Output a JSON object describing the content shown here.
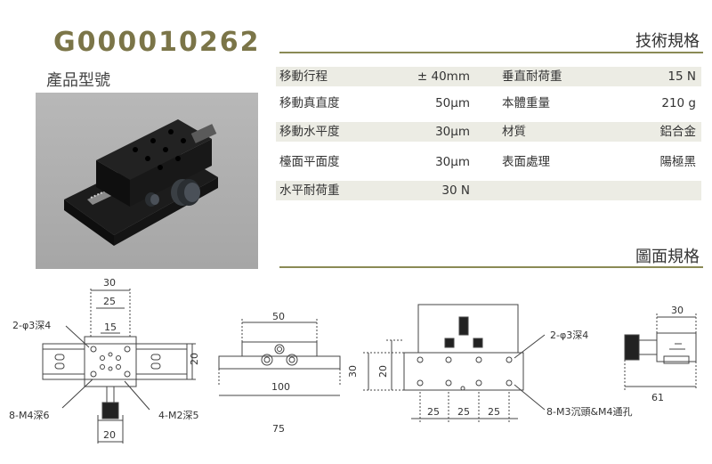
{
  "model_code": "G000010262",
  "product_model_label": "產品型號",
  "tech_spec_title": "技術規格",
  "drawing_spec_title": "圖面規格",
  "specs": [
    {
      "label1": "移動行程",
      "value1": "± 40mm",
      "label2": "垂直耐荷重",
      "value2": "15 N"
    },
    {
      "label1": "移動真直度",
      "value1": "50μm",
      "label2": "本體重量",
      "value2": "210 g"
    },
    {
      "label1": "移動水平度",
      "value1": "30μm",
      "label2": "材質",
      "value2": "鋁合金"
    },
    {
      "label1": "檯面平面度",
      "value1": "30μm",
      "label2": "表面處理",
      "value2": "陽極黑"
    },
    {
      "label1": "水平耐荷重",
      "value1": "30 N",
      "label2": "",
      "value2": ""
    }
  ],
  "drawing": {
    "top_dim_30": "30",
    "top_dim_25": "25",
    "top_dim_15": "15",
    "top_dim_20_side": "20",
    "top_dim_20_bottom": "20",
    "callout_holes_3": "2-φ3深4",
    "callout_m4": "8-M4深6",
    "callout_m2": "4-M2深5",
    "front_dim_50": "50",
    "front_dim_100": "100",
    "front_dim_75": "75",
    "side_callout_holes": "2-φ3深4",
    "side_dim_30": "30",
    "side_dim_20": "20",
    "side_dim_25a": "25",
    "side_dim_25b": "25",
    "side_dim_25c": "25",
    "side_callout_m3": "8-M3沉頭&M4通孔",
    "end_dim_30": "30",
    "end_dim_61": "61"
  }
}
